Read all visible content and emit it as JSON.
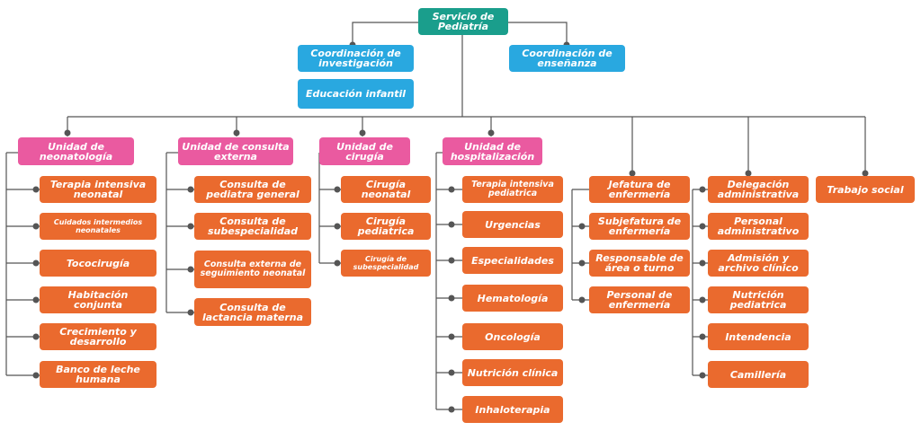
{
  "root": "Servicio de Pediatría",
  "coord_investigacion": "Coordinación de investigación",
  "educacion_infantil": "Educación infantil",
  "coord_ensenanza": "Coordinación de enseñanza",
  "units": {
    "neonatologia": {
      "title": "Unidad de neonatología",
      "items": [
        "Terapia intensiva neonatal",
        "Cuidados intermedios neonatales",
        "Tococirugía",
        "Habitación conjunta",
        "Crecimiento y desarrollo",
        "Banco de leche humana"
      ]
    },
    "consulta_externa": {
      "title": "Unidad de consulta externa",
      "items": [
        "Consulta de pediatra general",
        "Consulta de subespecialidad",
        "Consulta externa de seguimiento neonatal",
        "Consulta de lactancia materna"
      ]
    },
    "cirugia": {
      "title": "Unidad de cirugía",
      "items": [
        "Cirugía neonatal",
        "Cirugía pediatrica",
        "Cirugía de subespecialidad"
      ]
    },
    "hospitalizacion": {
      "title": "Unidad de hospitalización",
      "items": [
        "Terapia intensiva pediatrica",
        "Urgencias",
        "Especialidades",
        "Hematología",
        "Oncología",
        "Nutrición clínica",
        "Inhaloterapia"
      ]
    },
    "enfermeria": {
      "items": [
        "Jefatura de enfermería",
        "Subjefatura de enfermería",
        "Responsable de área o turno",
        "Personal de enfermería"
      ]
    },
    "administrativa": {
      "items": [
        "Delegación administrativa",
        "Personal administrativo",
        "Admisión y archivo clínico",
        "Nutrición pediatrica",
        "Intendencia",
        "Camillería"
      ]
    },
    "trabajo_social": "Trabajo social"
  },
  "colors": {
    "root": "#1a9e8c",
    "coordination": "#29a8e0",
    "unit": "#ea5aa0",
    "item": "#ea6a2e",
    "connector": "#555555"
  }
}
